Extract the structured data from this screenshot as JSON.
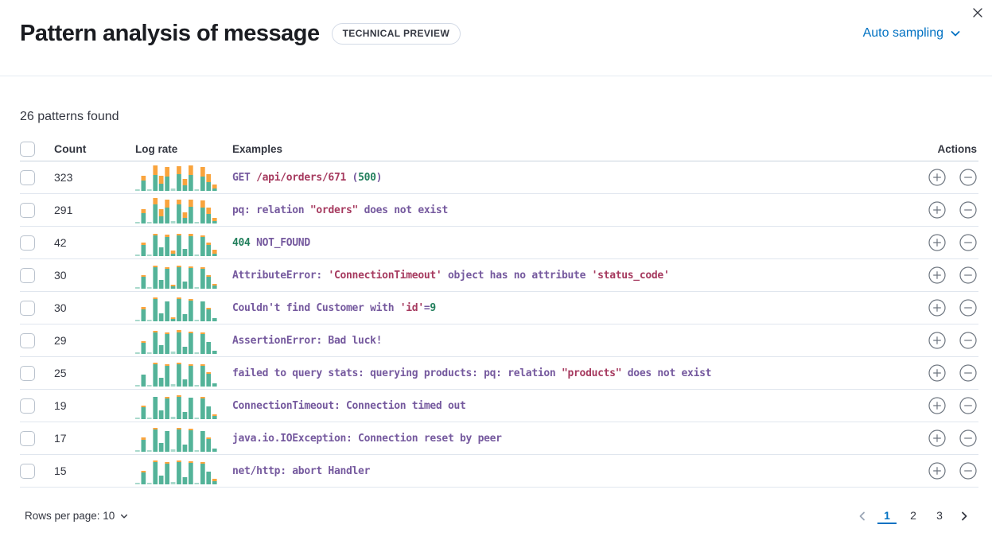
{
  "header": {
    "title": "Pattern analysis of message",
    "badge": "TECHNICAL PREVIEW",
    "sampling": "Auto sampling"
  },
  "summary": "26 patterns found",
  "table": {
    "headers": {
      "count": "Count",
      "log_rate": "Log rate",
      "examples": "Examples",
      "actions": "Actions"
    },
    "rows": [
      {
        "count": "323",
        "example": [
          {
            "t": "GET ",
            "c": "purple"
          },
          {
            "t": "/api/orders/671",
            "c": "red"
          },
          {
            "t": " (",
            "c": "purple"
          },
          {
            "t": "500",
            "c": "green"
          },
          {
            "t": ")",
            "c": "purple"
          }
        ],
        "sparkline": {
          "green": [
            2,
            13,
            2,
            20,
            9,
            18,
            3,
            21,
            7,
            20,
            2,
            18,
            11,
            3
          ],
          "orange": [
            0,
            6,
            0,
            12,
            10,
            12,
            0,
            10,
            8,
            12,
            0,
            12,
            10,
            5
          ]
        }
      },
      {
        "count": "291",
        "example": [
          {
            "t": "pq: relation ",
            "c": "purple"
          },
          {
            "t": "\"orders\"",
            "c": "red"
          },
          {
            "t": " does not exist",
            "c": "purple"
          }
        ],
        "sparkline": {
          "green": [
            2,
            13,
            2,
            24,
            9,
            20,
            3,
            24,
            7,
            21,
            2,
            20,
            12,
            3
          ],
          "orange": [
            0,
            5,
            0,
            8,
            9,
            10,
            0,
            6,
            7,
            9,
            0,
            9,
            8,
            4
          ]
        }
      },
      {
        "count": "42",
        "example": [
          {
            "t": "404",
            "c": "green"
          },
          {
            "t": " NOT_FOUND",
            "c": "purple"
          }
        ],
        "sparkline": {
          "green": [
            2,
            14,
            2,
            26,
            11,
            24,
            3,
            26,
            9,
            25,
            2,
            24,
            14,
            3
          ],
          "orange": [
            0,
            3,
            0,
            2,
            0,
            3,
            4,
            2,
            0,
            3,
            0,
            2,
            3,
            5
          ]
        }
      },
      {
        "count": "30",
        "example": [
          {
            "t": "AttributeError: ",
            "c": "purple"
          },
          {
            "t": "'ConnectionTimeout'",
            "c": "red"
          },
          {
            "t": " object has no attribute ",
            "c": "purple"
          },
          {
            "t": "'status_code'",
            "c": "red"
          }
        ],
        "sparkline": {
          "green": [
            2,
            15,
            2,
            27,
            11,
            25,
            3,
            27,
            9,
            26,
            2,
            25,
            15,
            4
          ],
          "orange": [
            0,
            2,
            0,
            2,
            0,
            2,
            2,
            2,
            0,
            2,
            0,
            2,
            2,
            2
          ]
        }
      },
      {
        "count": "30",
        "example": [
          {
            "t": "Couldn't find Customer with ",
            "c": "purple"
          },
          {
            "t": "'id'",
            "c": "red"
          },
          {
            "t": "=",
            "c": "purple"
          },
          {
            "t": "9",
            "c": "green"
          }
        ],
        "sparkline": {
          "green": [
            2,
            15,
            2,
            28,
            10,
            25,
            3,
            28,
            9,
            26,
            2,
            25,
            15,
            4
          ],
          "orange": [
            0,
            3,
            0,
            2,
            0,
            0,
            2,
            2,
            0,
            2,
            0,
            0,
            2,
            0
          ]
        }
      },
      {
        "count": "29",
        "example": [
          {
            "t": "AssertionError: Bad luck!",
            "c": "purple"
          }
        ],
        "sparkline": {
          "green": [
            2,
            14,
            2,
            27,
            11,
            25,
            3,
            27,
            9,
            26,
            2,
            25,
            15,
            4
          ],
          "orange": [
            0,
            2,
            0,
            2,
            0,
            2,
            0,
            3,
            0,
            2,
            0,
            2,
            0,
            0
          ]
        }
      },
      {
        "count": "25",
        "example": [
          {
            "t": "failed to query stats: querying products: pq: relation ",
            "c": "purple"
          },
          {
            "t": "\"products\"",
            "c": "red"
          },
          {
            "t": " does not exist",
            "c": "purple"
          }
        ],
        "sparkline": {
          "green": [
            2,
            15,
            2,
            28,
            11,
            26,
            3,
            28,
            9,
            26,
            2,
            26,
            16,
            4
          ],
          "orange": [
            0,
            0,
            0,
            2,
            0,
            2,
            0,
            2,
            0,
            2,
            0,
            2,
            2,
            0
          ]
        }
      },
      {
        "count": "19",
        "example": [
          {
            "t": "ConnectionTimeout: Connection timed out",
            "c": "purple"
          }
        ],
        "sparkline": {
          "green": [
            2,
            15,
            2,
            28,
            11,
            26,
            3,
            28,
            9,
            27,
            2,
            26,
            16,
            4
          ],
          "orange": [
            0,
            2,
            0,
            0,
            0,
            2,
            0,
            2,
            0,
            0,
            0,
            2,
            0,
            2
          ]
        }
      },
      {
        "count": "17",
        "example": [
          {
            "t": "java.io.IOException: Connection reset by peer",
            "c": "purple"
          }
        ],
        "sparkline": {
          "green": [
            2,
            15,
            2,
            28,
            11,
            26,
            3,
            28,
            9,
            27,
            2,
            26,
            16,
            4
          ],
          "orange": [
            0,
            3,
            0,
            2,
            0,
            0,
            0,
            2,
            0,
            2,
            0,
            0,
            2,
            0
          ]
        }
      },
      {
        "count": "15",
        "example": [
          {
            "t": "net/http: abort Handler",
            "c": "purple"
          }
        ],
        "sparkline": {
          "green": [
            2,
            15,
            2,
            28,
            11,
            26,
            3,
            28,
            9,
            27,
            2,
            26,
            16,
            4
          ],
          "orange": [
            0,
            2,
            0,
            2,
            0,
            2,
            0,
            2,
            0,
            2,
            0,
            2,
            0,
            3
          ]
        }
      }
    ]
  },
  "footer": {
    "rows_per_page": "Rows per page: 10",
    "pagination": {
      "pages": [
        "1",
        "2",
        "3"
      ],
      "active": "1"
    }
  },
  "colors": {
    "accent_blue": "#0071c2",
    "token_purple": "#75599e",
    "token_red": "#a63a5f",
    "token_green": "#23805d",
    "sparkline_green": "#54b399",
    "sparkline_orange": "#f9a43d",
    "icon_gray": "#6e7680"
  }
}
